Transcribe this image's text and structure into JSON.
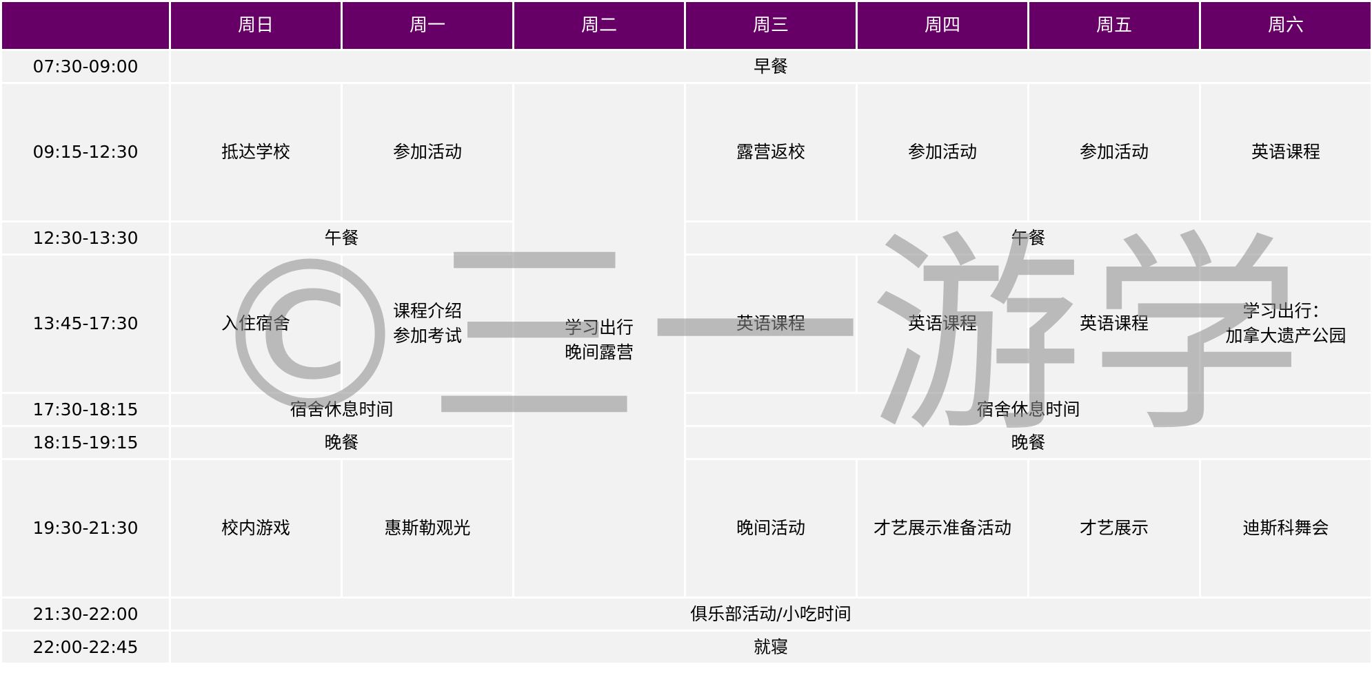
{
  "header": {
    "corner": "",
    "days": [
      "周日",
      "周一",
      "周二",
      "周三",
      "周四",
      "周五",
      "周六"
    ]
  },
  "times": [
    "07:30-09:00",
    "09:15-12:30",
    "12:30-13:30",
    "13:45-17:30",
    "17:30-18:15",
    "18:15-19:15",
    "19:30-21:30",
    "21:30-22:00",
    "22:00-22:45"
  ],
  "rows": {
    "breakfast": "早餐",
    "morning": {
      "sun": "抵达学校",
      "mon": "参加活动",
      "tue_line1": "学习出行",
      "tue_line2": "晚间露营",
      "wed": "露营返校",
      "thu": "参加活动",
      "fri": "参加活动",
      "sat": "英语课程"
    },
    "lunch_left": "午餐",
    "lunch_right": "午餐",
    "afternoon": {
      "sun": "入住宿舍",
      "mon_line1": "课程介绍",
      "mon_line2": "参加考试",
      "wed": "英语课程",
      "thu": "英语课程",
      "fri": "英语课程",
      "sat_line1": "学习出行：",
      "sat_line2": "加拿大遗产公园"
    },
    "rest_left": "宿舍休息时间",
    "rest_right": "宿舍休息时间",
    "dinner_left": "晚餐",
    "dinner_right": "晚餐",
    "evening": {
      "sun": "校内游戏",
      "mon": "惠斯勒观光",
      "wed": "晚间活动",
      "thu": "才艺展示准备活动",
      "fri": "才艺展示",
      "sat": "迪斯科舞会"
    },
    "club": "俱乐部活动/小吃时间",
    "sleep": "就寝"
  },
  "watermark": {
    "symbol": "©",
    "text": "三一游学"
  },
  "colors": {
    "header_bg": "#660066",
    "header_text": "#ffffff",
    "cell_bg": "#f2f2f2",
    "cell_text": "#000000",
    "watermark": "#8c8c8c"
  }
}
